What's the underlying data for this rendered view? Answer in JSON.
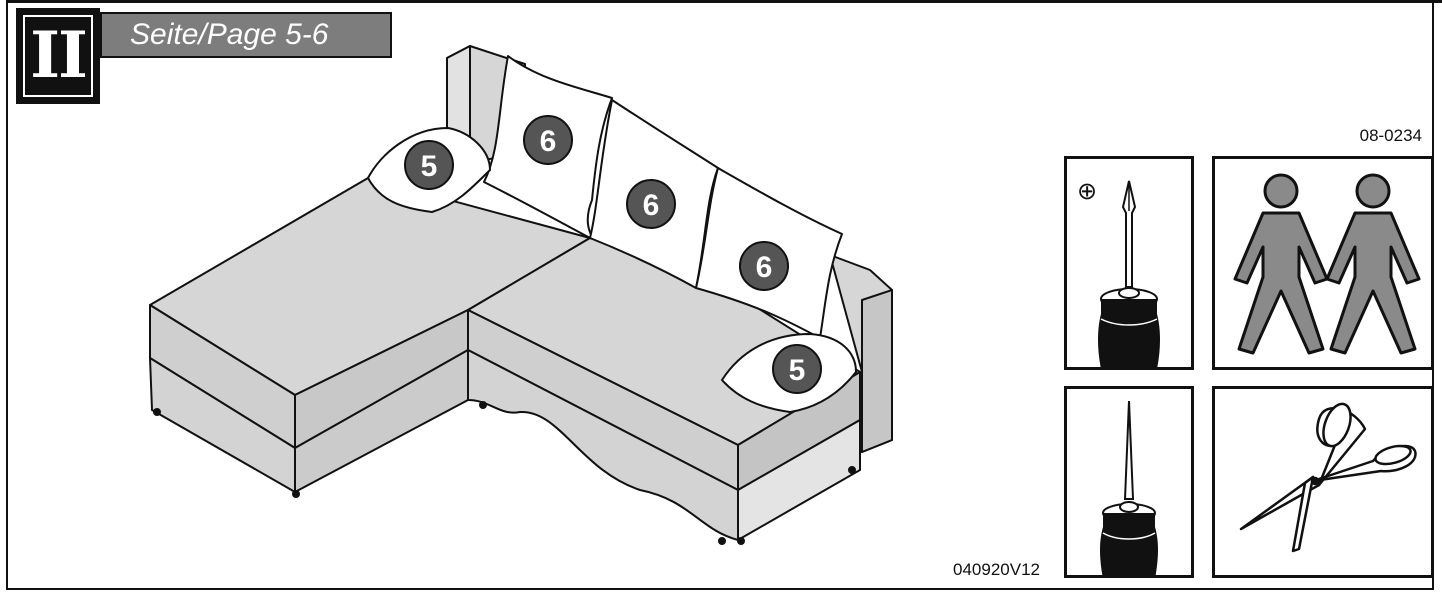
{
  "header": {
    "step_numeral": "II",
    "page_reference": "Seite/Page 5-6"
  },
  "document": {
    "code": "08-0234",
    "version": "040920V12"
  },
  "parts": {
    "armrest_cushion_label": "5",
    "back_cushion_label": "6"
  },
  "tools": [
    {
      "name": "phillips-screwdriver",
      "symbol": "⊕"
    },
    {
      "name": "two-persons"
    },
    {
      "name": "awl"
    },
    {
      "name": "scissors"
    }
  ],
  "colors": {
    "sofa_fill": "#d6d6d6",
    "badge_fill": "#555555",
    "person_fill": "#8a8a8a",
    "outline": "#111111"
  }
}
